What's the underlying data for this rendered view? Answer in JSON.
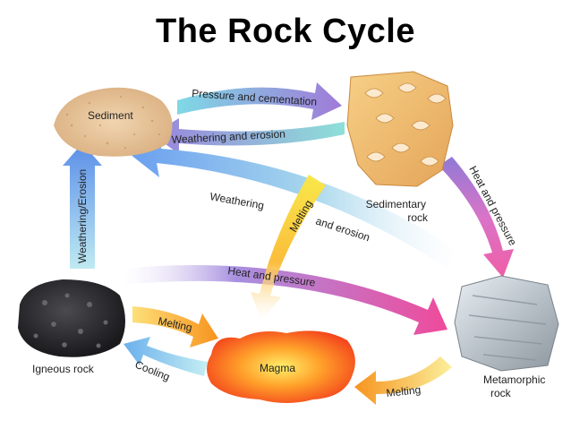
{
  "title": "The Rock Cycle",
  "nodes": {
    "sediment": "Sediment",
    "sedimentary_line1": "Sedimentary",
    "sedimentary_line2": "rock",
    "igneous": "Igneous rock",
    "magma": "Magma",
    "metamorphic_line1": "Metamorphic",
    "metamorphic_line2": "rock"
  },
  "processes": {
    "pressure_cementation": "Pressure and cementation",
    "weathering_erosion_top": "Weathering and erosion",
    "weathering": "Weathering",
    "and_erosion": "and erosion",
    "melting_center": "Melting",
    "heat_pressure_right": "Heat and pressure",
    "heat_pressure_middle": "Heat and pressure",
    "weathering_erosion_left": "Weathering/Erosion",
    "melting_left": "Melting",
    "cooling": "Cooling",
    "melting_bottom": "Melting"
  }
}
